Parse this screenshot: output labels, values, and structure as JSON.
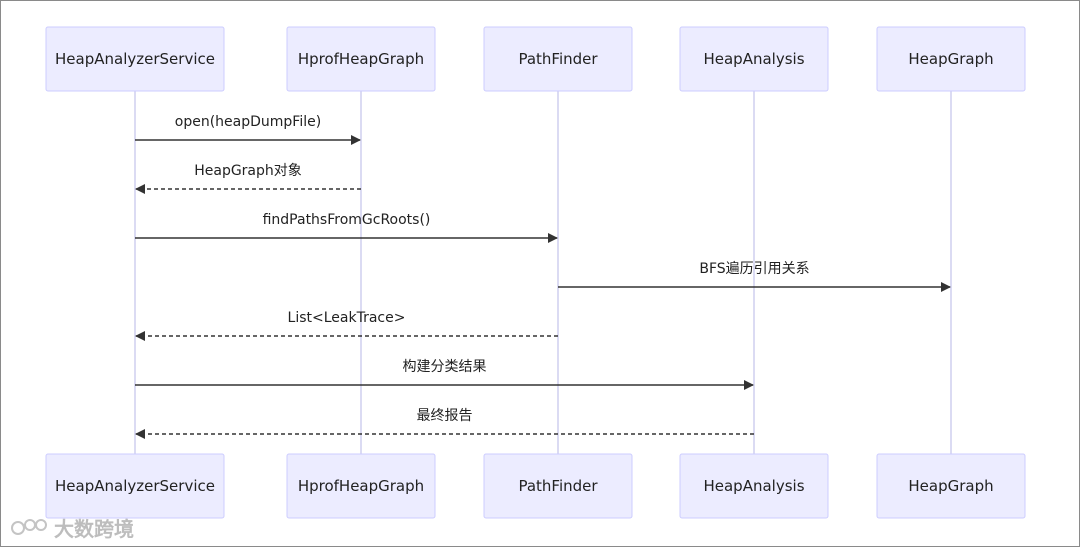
{
  "actors": [
    {
      "id": "svc",
      "label": "HeapAnalyzerService"
    },
    {
      "id": "hprof",
      "label": "HprofHeapGraph"
    },
    {
      "id": "path",
      "label": "PathFinder"
    },
    {
      "id": "analysis",
      "label": "HeapAnalysis"
    },
    {
      "id": "graph",
      "label": "HeapGraph"
    }
  ],
  "messages": [
    {
      "from": "svc",
      "to": "hprof",
      "label": "open(heapDumpFile)",
      "style": "solid"
    },
    {
      "from": "hprof",
      "to": "svc",
      "label": "HeapGraph对象",
      "style": "dashed"
    },
    {
      "from": "svc",
      "to": "path",
      "label": "findPathsFromGcRoots()",
      "style": "solid"
    },
    {
      "from": "path",
      "to": "graph",
      "label": "BFS遍历引用关系",
      "style": "solid"
    },
    {
      "from": "path",
      "to": "svc",
      "label": "List<LeakTrace>",
      "style": "dashed"
    },
    {
      "from": "svc",
      "to": "analysis",
      "label": "构建分类结果",
      "style": "solid"
    },
    {
      "from": "analysis",
      "to": "svc",
      "label": "最终报告",
      "style": "dashed"
    }
  ],
  "watermark": {
    "text": "大数跨境",
    "icon": "logo-icon"
  },
  "colors": {
    "actor_fill": "#ECECFF",
    "actor_stroke": "#CCCCFF",
    "lifeline": "#CFCFEF",
    "arrow": "#333333"
  }
}
